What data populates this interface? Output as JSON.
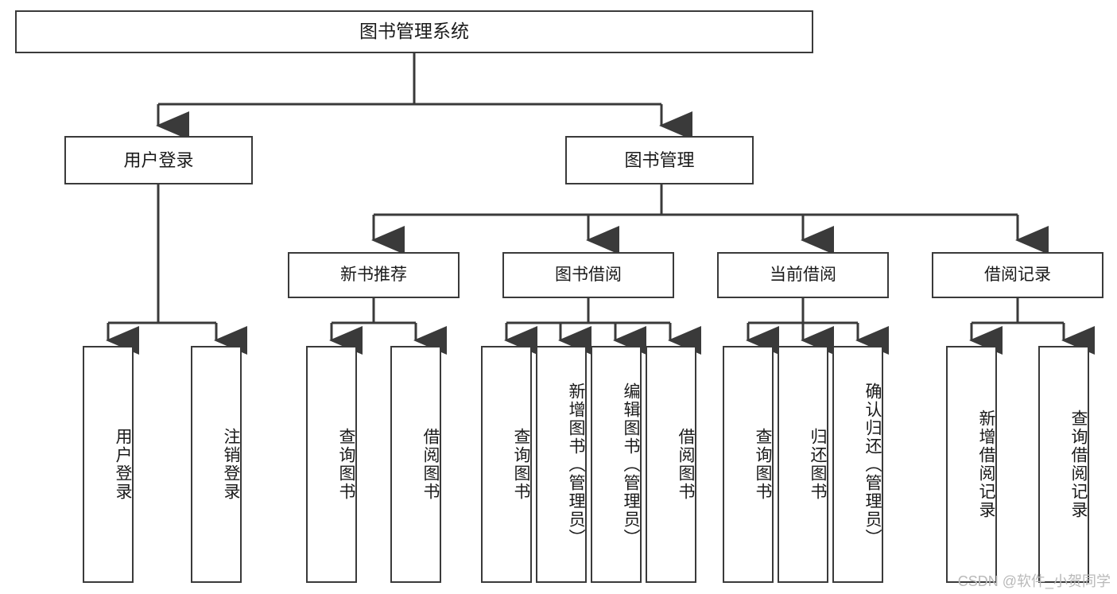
{
  "diagram": {
    "type": "tree",
    "title": "图书管理系统",
    "orientation": "top-down",
    "background_color": "#ffffff",
    "box_border_color": "#3a3a3a",
    "text_color": "#1a1a1a",
    "connector_color": "#3a3a3a"
  },
  "root": {
    "label": "图书管理系统"
  },
  "level1": [
    {
      "label": "用户登录"
    },
    {
      "label": "图书管理"
    }
  ],
  "level2": [
    {
      "label": "新书推荐"
    },
    {
      "label": "图书借阅"
    },
    {
      "label": "当前借阅"
    },
    {
      "label": "借阅记录"
    }
  ],
  "leaves": {
    "user_login": [
      {
        "label": "用户登录"
      },
      {
        "label": "注销登录"
      }
    ],
    "new_book_recommend": [
      {
        "label": "查询图书"
      },
      {
        "label": "借阅图书"
      }
    ],
    "book_borrow": [
      {
        "label": "查询图书"
      },
      {
        "label": "新增图书（管理员）"
      },
      {
        "label": "编辑图书（管理员）"
      },
      {
        "label": "借阅图书"
      }
    ],
    "current_borrow": [
      {
        "label": "查询图书"
      },
      {
        "label": "归还图书"
      },
      {
        "label": "确认归还（管理员）"
      }
    ],
    "borrow_record": [
      {
        "label": "新增借阅记录"
      },
      {
        "label": "查询借阅记录"
      }
    ]
  },
  "watermark": {
    "text": "CSDN @软件_小贺同学"
  }
}
